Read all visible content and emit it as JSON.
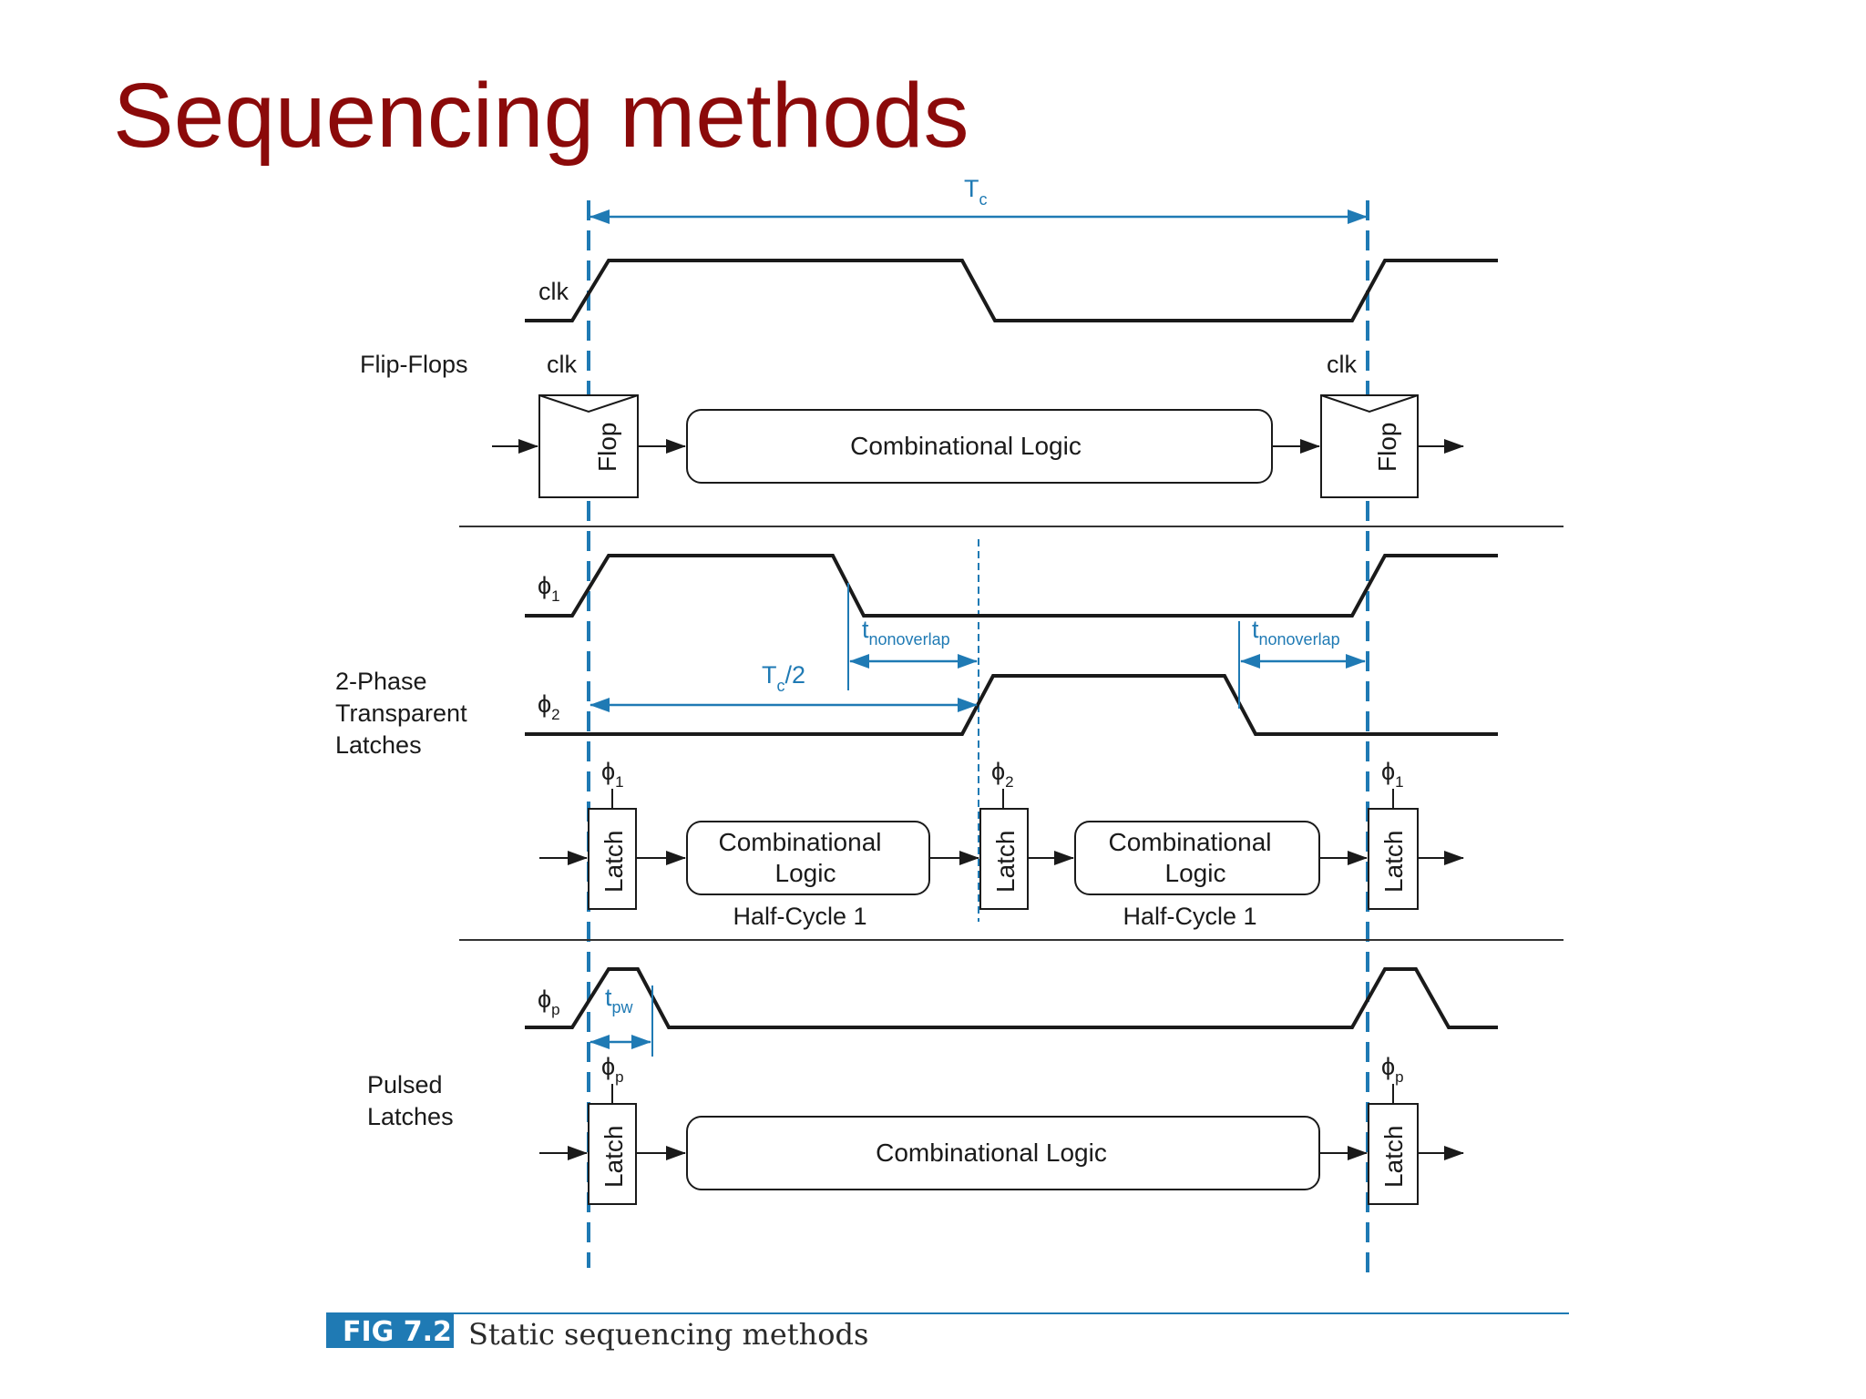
{
  "slide": {
    "title": "Sequencing methods"
  },
  "diagram": {
    "period": {
      "main": "T",
      "sub": "c"
    },
    "half_period": {
      "main": "T",
      "sub": "c",
      "tail": "/2"
    },
    "nonoverlap": {
      "main": "t",
      "sub": "nonoverlap"
    },
    "pulse_width": {
      "main": "t",
      "sub": "pw"
    },
    "flip_flops": {
      "label": "Flip-Flops",
      "clk_waveform_label": "clk",
      "clk_left": "clk",
      "clk_right": "clk",
      "flop_left": "Flop",
      "flop_right": "Flop",
      "comb_logic": "Combinational Logic"
    },
    "two_phase": {
      "label_line1": "2-Phase",
      "label_line2": "Transparent",
      "label_line3": "Latches",
      "phi1_waveform": {
        "main": "ϕ",
        "sub": "1"
      },
      "phi2_waveform": {
        "main": "ϕ",
        "sub": "2"
      },
      "latch1_clk": {
        "main": "ϕ",
        "sub": "1"
      },
      "latch2_clk": {
        "main": "ϕ",
        "sub": "2"
      },
      "latch3_clk": {
        "main": "ϕ",
        "sub": "1"
      },
      "latch_label": "Latch",
      "comb1_line1": "Combinational",
      "comb1_line2": "Logic",
      "comb2_line1": "Combinational",
      "comb2_line2": "Logic",
      "half_cycle_1": "Half-Cycle 1",
      "half_cycle_2": "Half-Cycle 1"
    },
    "pulsed": {
      "label_line1": "Pulsed",
      "label_line2": "Latches",
      "phip_waveform": {
        "main": "ϕ",
        "sub": "p"
      },
      "latch1_clk": {
        "main": "ϕ",
        "sub": "p"
      },
      "latch2_clk": {
        "main": "ϕ",
        "sub": "p"
      },
      "latch_label": "Latch",
      "comb_logic": "Combinational Logic"
    },
    "caption": {
      "fig_number": "FIG 7.2",
      "text": "Static sequencing methods"
    }
  },
  "colors": {
    "title": "#8b0a0a",
    "annotation_blue": "#1f7ab4",
    "line": "#1a1a1a",
    "fig_badge": "#1f7ab4"
  }
}
